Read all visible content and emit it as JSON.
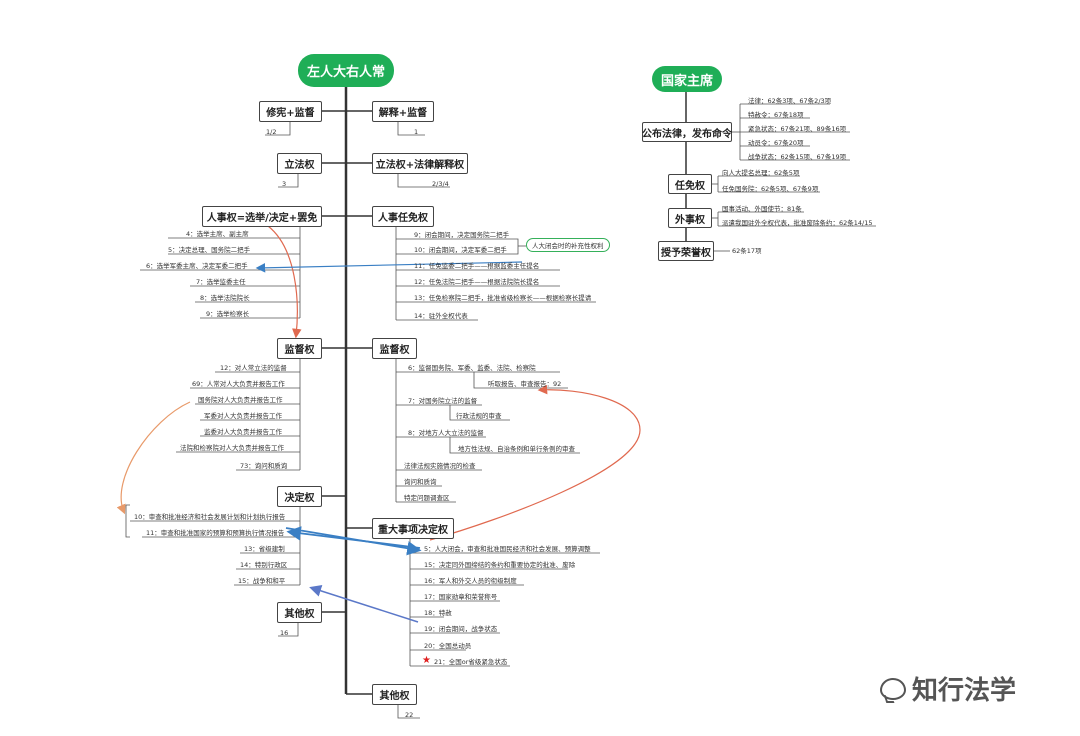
{
  "left_tree": {
    "root": "左人大右人常",
    "nodes": {
      "l_amend": "修宪+监督",
      "r_interpret": "解释+监督",
      "l_legislate": "立法权",
      "r_legislate": "立法权+法律解释权",
      "l_personnel": "人事权=选举/决定+罢免",
      "r_personnel": "人事任免权",
      "l_supervise": "监督权",
      "r_supervise": "监督权",
      "l_decide": "决定权",
      "r_major": "重大事项决定权",
      "l_other": "其他权",
      "r_other": "其他权"
    },
    "notes": {
      "amend": "1/2",
      "interpret": "1",
      "l_legislate": "3",
      "r_legislate": "2/3/4",
      "l_other": "16",
      "r_other": "22"
    },
    "l_personnel_items": [
      "4：选举主席、副主席",
      "5：决定总理、国务院二把手",
      "6：选举军委主席、决定军委二把手",
      "7：选举监委主任",
      "8：选举法院院长",
      "9：选举检察长"
    ],
    "r_personnel_items": [
      "9：闭会期间，决定国务院二把手",
      "10：闭会期间，决定军委二把手",
      "11：任免监委二把手——根据监委主任提名",
      "12：任免法院二把手——根据法院院长提名",
      "13：任免检察院二把手，批准省级检察长——根据检察长提请",
      "14：驻外全权代表"
    ],
    "r_personnel_bubble": "人大闭会时的补充性权利",
    "l_supervise_items": [
      "12：对人常立法的监督",
      "69：人常对人大负责并报告工作",
      "国务院对人大负责并报告工作",
      "军委对人大负责并报告工作",
      "监委对人大负责并报告工作",
      "法院和检察院对人大负责并报告工作",
      "73：询问和质询"
    ],
    "r_supervise_items": {
      "a": "6：监督国务院、军委、监委、法院、检察院",
      "a1": "听取报告、审查报告：92",
      "b": "7：对国务院立法的监督",
      "b1": "行政法规的审查",
      "c": "8：对地方人大立法的监督",
      "c1": "地方性法规、自治条例和单行条例的审查",
      "d": "法律法规实施情况的检查",
      "e": "询问和质询",
      "f": "特定问题调查区"
    },
    "l_decide_items": [
      "10：审查和批准经济和社会发展计划和计划执行报告",
      "11：审查和批准国家的预算和预算执行情况报告",
      "13：省级建制",
      "14：特别行政区",
      "15：战争和和平"
    ],
    "r_major_items": [
      "5：人大闭会，审查和批准国民经济和社会发展、预算调整",
      "15：决定同外国缔结的条约和重要协定的批准、废除",
      "16：军人和外交人员的衔级制度",
      "17：国家勋章和荣誉称号",
      "18：特赦",
      "19：闭会期间，战争状态",
      "20：全国总动员",
      "21：全国or省级紧急状态"
    ]
  },
  "right_tree": {
    "root": "国家主席",
    "branches": {
      "publish": "公布法律，发布命令",
      "appoint": "任免权",
      "foreign": "外事权",
      "honor": "授予荣誉权"
    },
    "publish_items": [
      "法律：62条3项、67条2/3项",
      "特赦令：67条18项",
      "紧急状态：67条21项、89条16项",
      "动员令：67条20项",
      "战争状态：62条15项、67条19项"
    ],
    "appoint_items": [
      "向人大提名总理：62条5项",
      "任免国务院：62条5项、67条9项"
    ],
    "foreign_items": [
      "国事活动、外国使节：81条",
      "派遣我国驻外全权代表，批准废除条约：62条14/15"
    ],
    "honor_item": "62条17项"
  },
  "watermark": "知行法学",
  "colors": {
    "green": "#1fae57",
    "line": "#333333",
    "arrow_red": "#e0694f",
    "arrow_blue": "#3a7fc4",
    "arrow_purple": "#5b78c8",
    "arrow_orange": "#e89a6a"
  }
}
